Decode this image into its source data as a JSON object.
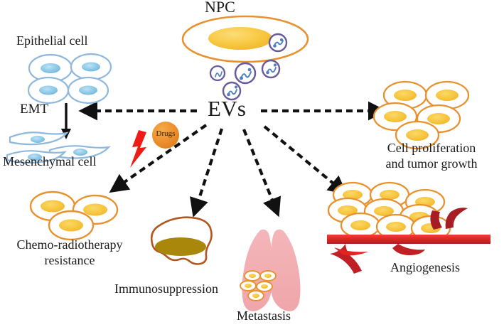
{
  "diagram": {
    "title": "NPC-derived extracellular vesicles and their functional effects",
    "hub": {
      "label": "EVs",
      "name": "extracellular-vesicles"
    },
    "source": {
      "label": "NPC",
      "name": "nasopharyngeal-carcinoma-cell"
    },
    "labels": {
      "epithelial": "Epithelial cell",
      "emt": "EMT",
      "mesenchymal": "Mesenchymal cell",
      "proliferation_line1": "Cell proliferation",
      "proliferation_line2": "and tumor growth",
      "angiogenesis": "Angiogenesis",
      "chemo_line1": "Chemo-radiotherapy",
      "chemo_line2": "resistance",
      "immunosuppression": "Immunosuppression",
      "metastasis": "Metastasis",
      "drugs": "Drugs"
    },
    "arrows": [
      {
        "id": "arrow-to-emt",
        "target": "Epithelial to mesenchymal transition",
        "direction": "left"
      },
      {
        "id": "arrow-to-proliferation",
        "target": "Cell proliferation and tumor growth",
        "direction": "right"
      },
      {
        "id": "arrow-to-chemoresistance",
        "target": "Chemo-radiotherapy resistance",
        "direction": "down-left"
      },
      {
        "id": "arrow-to-immunosuppression",
        "target": "Immunosuppression",
        "direction": "down"
      },
      {
        "id": "arrow-to-metastasis",
        "target": "Metastasis",
        "direction": "down"
      },
      {
        "id": "arrow-to-angiogenesis",
        "target": "Angiogenesis",
        "direction": "down-right"
      }
    ],
    "colors": {
      "tumor_outline": "#E8922F",
      "tumor_nucleus": "#F6C33F",
      "epithelial_outline": "#8FB8DC",
      "epithelial_nucleus": "#8FCBE8",
      "vesicle_ring": "#6A5A9B",
      "vesicle_cargo": "#4E7FC0",
      "vessel_red": "#E8281C",
      "vessel_dark": "#A81C24",
      "lung_pink": "#F2AFB3",
      "immune_outline": "#B2561E",
      "immune_nucleus": "#A8870B",
      "drugs_fill": "#ED8F2E",
      "radiation_red": "#EE1B17",
      "arrow_black": "#111111",
      "text": "#1a1a1a"
    },
    "font_sizes": {
      "hub": 30,
      "npc": 22,
      "label": 18,
      "emt": 19,
      "drugs": 11
    }
  }
}
